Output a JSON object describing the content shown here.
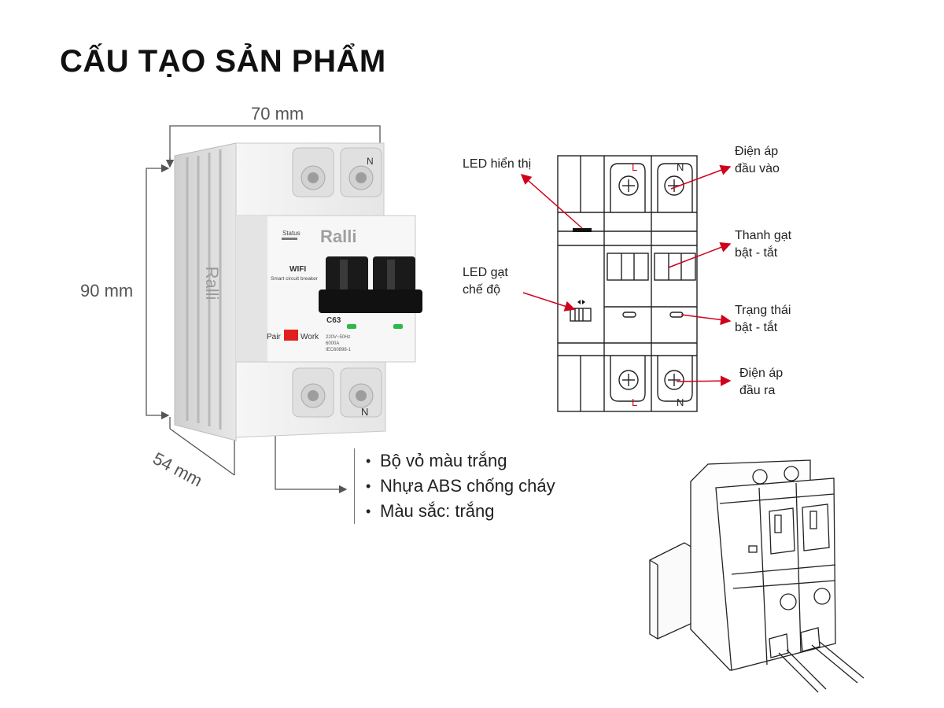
{
  "title": "CẤU TẠO SẢN PHẨM",
  "dimensions": {
    "width": "70 mm",
    "height": "90 mm",
    "depth": "54 mm"
  },
  "product_labels": {
    "brand": "Ralli",
    "status": "Status",
    "wifi": "WIFI",
    "subtitle": "Smart circuit breaker",
    "model": "C63",
    "pair": "Pair",
    "work": "Work",
    "spec_1": "220V~50Hz",
    "spec_2": "6000A",
    "spec_3": "IEC60898-1",
    "terminal_n": "N"
  },
  "features": [
    "Bộ vỏ màu trắng",
    "Nhựa ABS chống cháy",
    "Màu sắc: trắng"
  ],
  "schematic": {
    "terminal_l": "L",
    "terminal_n": "N",
    "callouts": {
      "led_display": "LED hiển thị",
      "led_mode_line1": "LED gạt",
      "led_mode_line2": "chế độ",
      "input_voltage_line1": "Điện áp",
      "input_voltage_line2": "đầu vào",
      "toggle_line1": "Thanh gạt",
      "toggle_line2": "bật - tắt",
      "status_line1": "Trạng thái",
      "status_line2": "bật - tắt",
      "output_voltage_line1": "Điện áp",
      "output_voltage_line2": "đầu ra"
    }
  },
  "colors": {
    "callout_arrow": "#d0021b",
    "pair_indicator": "#e0201e",
    "led_green": "#2db84a",
    "body_white": "#f2f2f2",
    "toggle_black": "#1a1a1a"
  }
}
